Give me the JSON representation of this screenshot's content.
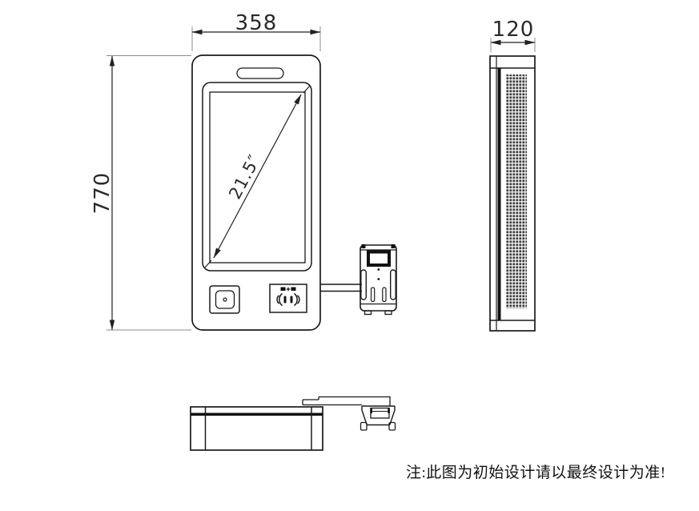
{
  "drawing": {
    "note": "注:此图为初始设计请以最终设计为准!",
    "dimensions": {
      "width": "358",
      "height": "770",
      "depth": "120",
      "screen_diagonal": "21.5″"
    },
    "icons": {
      "contactless_waves_icon": "(( | | ))",
      "scanner_lens_icon": "◦",
      "vent_pattern_icon": "perforated-grid"
    },
    "colors": {
      "background": "#ffffff",
      "outline": "#1a1a1a",
      "dimension_line": "#222222",
      "extension_line": "#8c8c8c",
      "vent_fill": "#3c3c3c"
    }
  }
}
